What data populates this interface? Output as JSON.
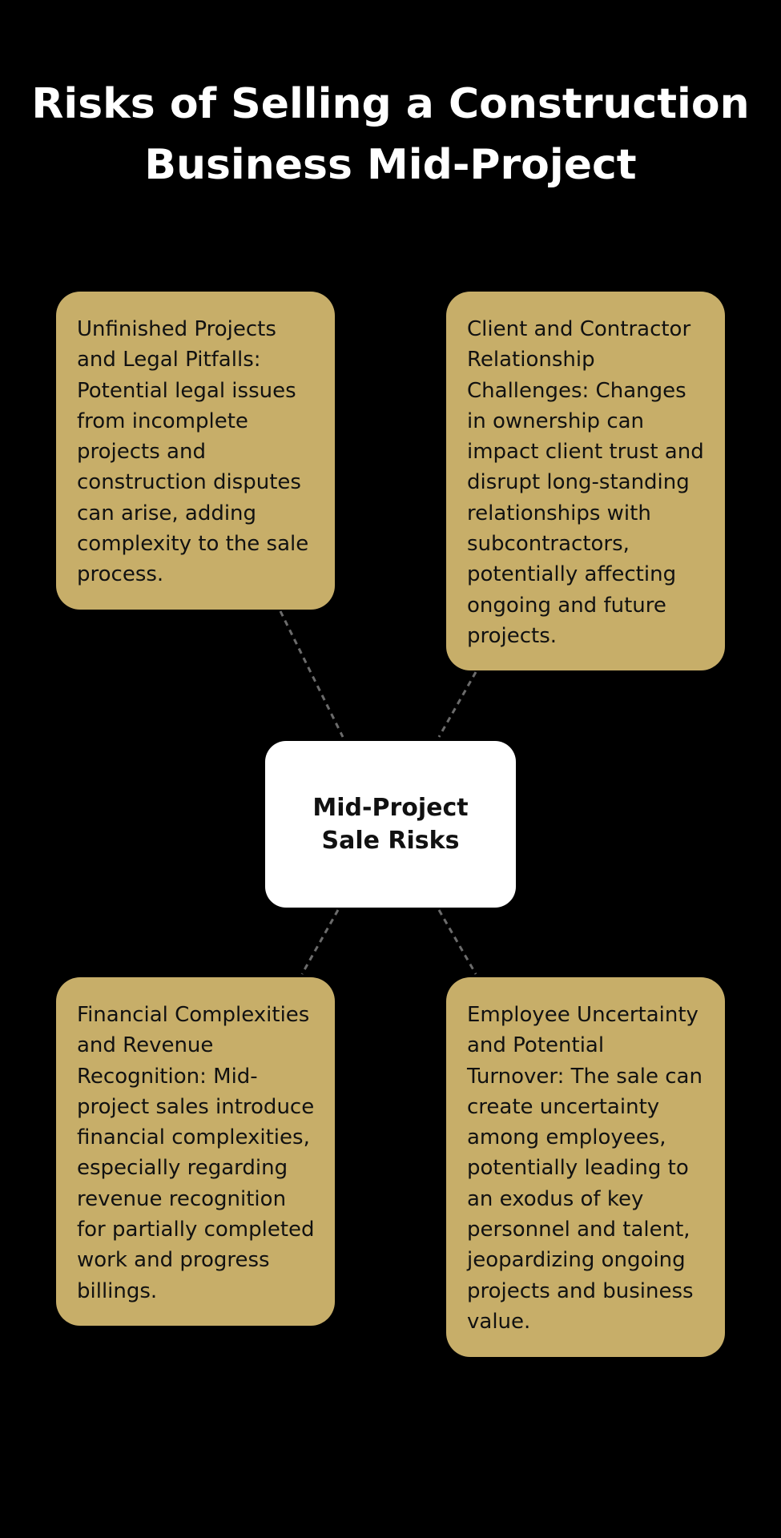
{
  "diagram": {
    "title": "Risks of Selling a Construction Business Mid-Project",
    "center": {
      "label": "Mid-Project Sale Risks"
    },
    "risks": [
      {
        "id": "unfinished-projects",
        "text": "Unfinished Projects and Legal Pitfalls: Potential legal issues from incomplete projects and construction disputes can arise, adding complexity to the sale process."
      },
      {
        "id": "client-contractor",
        "text": "Client and Contractor Relationship Challenges: Changes in ownership can impact client trust and disrupt long-standing relationships with subcontractors, potentially affecting ongoing and future projects."
      },
      {
        "id": "financial-complexities",
        "text": "Financial Complexities and Revenue Recognition: Mid-project sales introduce financial complexities, especially regarding revenue recognition for partially completed work and progress billings."
      },
      {
        "id": "employee-uncertainty",
        "text": "Employee Uncertainty and Potential Turnover: The sale can create uncertainty among employees, potentially leading to an exodus of key personnel and talent, jeopardizing ongoing projects and business value."
      }
    ],
    "colors": {
      "background": "#000000",
      "title": "#ffffff",
      "risk_box": "#c7ae69",
      "center_box": "#ffffff",
      "connector": "#6b6b6b"
    }
  }
}
